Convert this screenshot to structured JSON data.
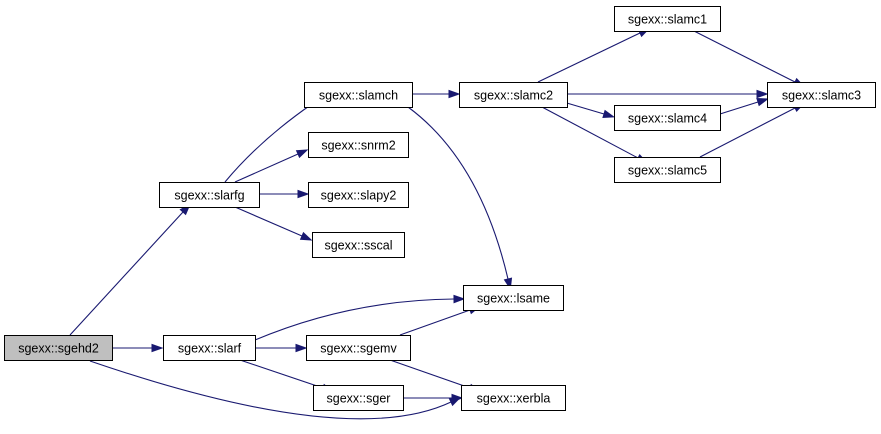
{
  "diagram": {
    "type": "call-graph",
    "nodes": [
      {
        "id": "sgehd2",
        "label": "sgexx::sgehd2",
        "highlighted": true
      },
      {
        "id": "slarfg",
        "label": "sgexx::slarfg"
      },
      {
        "id": "slarf",
        "label": "sgexx::slarf"
      },
      {
        "id": "slamch",
        "label": "sgexx::slamch"
      },
      {
        "id": "snrm2",
        "label": "sgexx::snrm2"
      },
      {
        "id": "slapy2",
        "label": "sgexx::slapy2"
      },
      {
        "id": "sscal",
        "label": "sgexx::sscal"
      },
      {
        "id": "sgemv",
        "label": "sgexx::sgemv"
      },
      {
        "id": "sger",
        "label": "sgexx::sger"
      },
      {
        "id": "slamc2",
        "label": "sgexx::slamc2"
      },
      {
        "id": "lsame",
        "label": "sgexx::lsame"
      },
      {
        "id": "xerbla",
        "label": "sgexx::xerbla"
      },
      {
        "id": "slamc1",
        "label": "sgexx::slamc1"
      },
      {
        "id": "slamc4",
        "label": "sgexx::slamc4"
      },
      {
        "id": "slamc5",
        "label": "sgexx::slamc5"
      },
      {
        "id": "slamc3",
        "label": "sgexx::slamc3"
      }
    ],
    "edges": [
      {
        "from": "sgehd2",
        "to": "slarfg"
      },
      {
        "from": "sgehd2",
        "to": "slarf"
      },
      {
        "from": "sgehd2",
        "to": "xerbla"
      },
      {
        "from": "slarfg",
        "to": "slamch"
      },
      {
        "from": "slarfg",
        "to": "snrm2"
      },
      {
        "from": "slarfg",
        "to": "slapy2"
      },
      {
        "from": "slarfg",
        "to": "sscal"
      },
      {
        "from": "slamch",
        "to": "slamc2"
      },
      {
        "from": "slamch",
        "to": "lsame"
      },
      {
        "from": "slamc2",
        "to": "slamc1"
      },
      {
        "from": "slamc2",
        "to": "slamc3"
      },
      {
        "from": "slamc2",
        "to": "slamc4"
      },
      {
        "from": "slamc2",
        "to": "slamc5"
      },
      {
        "from": "slamc1",
        "to": "slamc3"
      },
      {
        "from": "slamc4",
        "to": "slamc3"
      },
      {
        "from": "slamc5",
        "to": "slamc3"
      },
      {
        "from": "slarf",
        "to": "lsame"
      },
      {
        "from": "slarf",
        "to": "sgemv"
      },
      {
        "from": "slarf",
        "to": "sger"
      },
      {
        "from": "sgemv",
        "to": "lsame"
      },
      {
        "from": "sgemv",
        "to": "xerbla"
      },
      {
        "from": "sger",
        "to": "xerbla"
      }
    ]
  },
  "colors": {
    "edge": "#191970",
    "node_fill": "#ffffff",
    "root_fill": "#bfbfbf",
    "border": "#000000"
  }
}
